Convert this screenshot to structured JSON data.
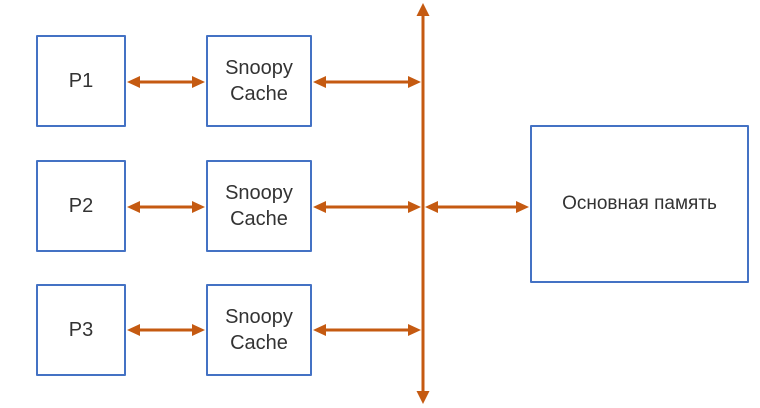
{
  "colors": {
    "background": "#ffffff",
    "box_fill": "#ffffff",
    "box_border": "#4472C4",
    "arrow": "#C55A11",
    "text": "#333333"
  },
  "diagram": {
    "type": "snoopy-cache-coherence-bus-diagram",
    "processors": [
      {
        "label": "P1"
      },
      {
        "label": "P2"
      },
      {
        "label": "P3"
      }
    ],
    "caches": [
      {
        "label": "Snoopy Cache"
      },
      {
        "label": "Snoopy Cache"
      },
      {
        "label": "Snoopy Cache"
      }
    ],
    "memory": {
      "label": "Основная память"
    },
    "connections": [
      {
        "from": "P1",
        "to": "Snoopy Cache 1",
        "bidirectional": true
      },
      {
        "from": "Snoopy Cache 1",
        "to": "bus",
        "bidirectional": true
      },
      {
        "from": "P2",
        "to": "Snoopy Cache 2",
        "bidirectional": true
      },
      {
        "from": "Snoopy Cache 2",
        "to": "bus",
        "bidirectional": true
      },
      {
        "from": "P3",
        "to": "Snoopy Cache 3",
        "bidirectional": true
      },
      {
        "from": "Snoopy Cache 3",
        "to": "bus",
        "bidirectional": true
      },
      {
        "from": "bus",
        "to": "Основная память",
        "bidirectional": true
      }
    ]
  }
}
